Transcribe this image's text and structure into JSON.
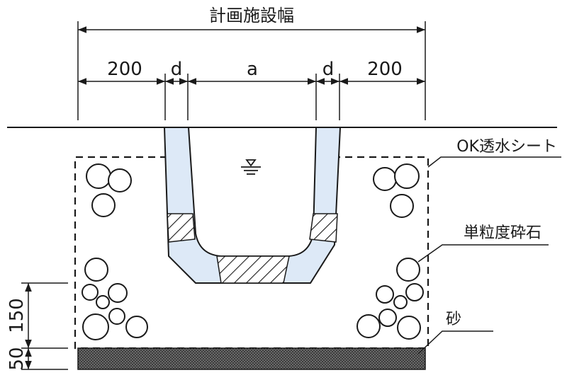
{
  "title": "計画施設幅",
  "dimensions": {
    "left_margin": "200",
    "left_d": "d",
    "center": "a",
    "right_d": "d",
    "right_margin": "200",
    "sand_height": "50",
    "stone_height": "150"
  },
  "callouts": {
    "sheet": "OK透水シート",
    "gravel": "単粒度砕石",
    "sand": "砂"
  },
  "colors": {
    "channel_fill": "#dde9f7",
    "stroke": "#1a1a1a",
    "sand_fill": "#5a5a5a"
  }
}
